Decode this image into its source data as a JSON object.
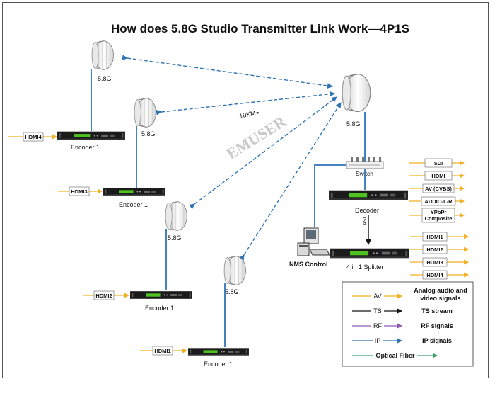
{
  "title": "How does 5.8G Studio Transmitter Link Work—4P1S",
  "watermark": "EMUSER",
  "distance_label": "10KM+",
  "antenna_label": "5.8G",
  "labels": {
    "switch": "Switch",
    "decoder": "Decoder",
    "splitter": "4 in 1 Splitter",
    "asi": "ASI",
    "nms": "NMS Control",
    "encoder": "Encoder 1"
  },
  "encoder_inputs": [
    "HDMI4",
    "HDMI3",
    "HDMI2",
    "HDMI1"
  ],
  "decoder_outputs": [
    "SDI",
    "HDMI",
    "AV (CVBS)",
    "AUDIO-L-R",
    "YPbPr",
    "Composite"
  ],
  "splitter_outputs": [
    "HDMI1",
    "HDMI2",
    "HDMI3",
    "HDMI4"
  ],
  "legend": [
    {
      "code": "AV",
      "desc": "Analog audio and",
      "desc2": "video signals",
      "color": "#f2b022"
    },
    {
      "code": "TS",
      "desc": "TS stream",
      "desc2": "",
      "color": "#111111"
    },
    {
      "code": "RF",
      "desc": "RF signals",
      "desc2": "",
      "color": "#8e5bb5"
    },
    {
      "code": "IP",
      "desc": "IP signals",
      "desc2": "",
      "color": "#2f74b5"
    }
  ],
  "legend_fiber": {
    "desc": "Optical Fiber",
    "color": "#3aa36b"
  },
  "colors": {
    "signal": "#f2b022",
    "ip": "#2f74b5",
    "device": "#1b1b1b",
    "screen": "#4fc21f"
  }
}
